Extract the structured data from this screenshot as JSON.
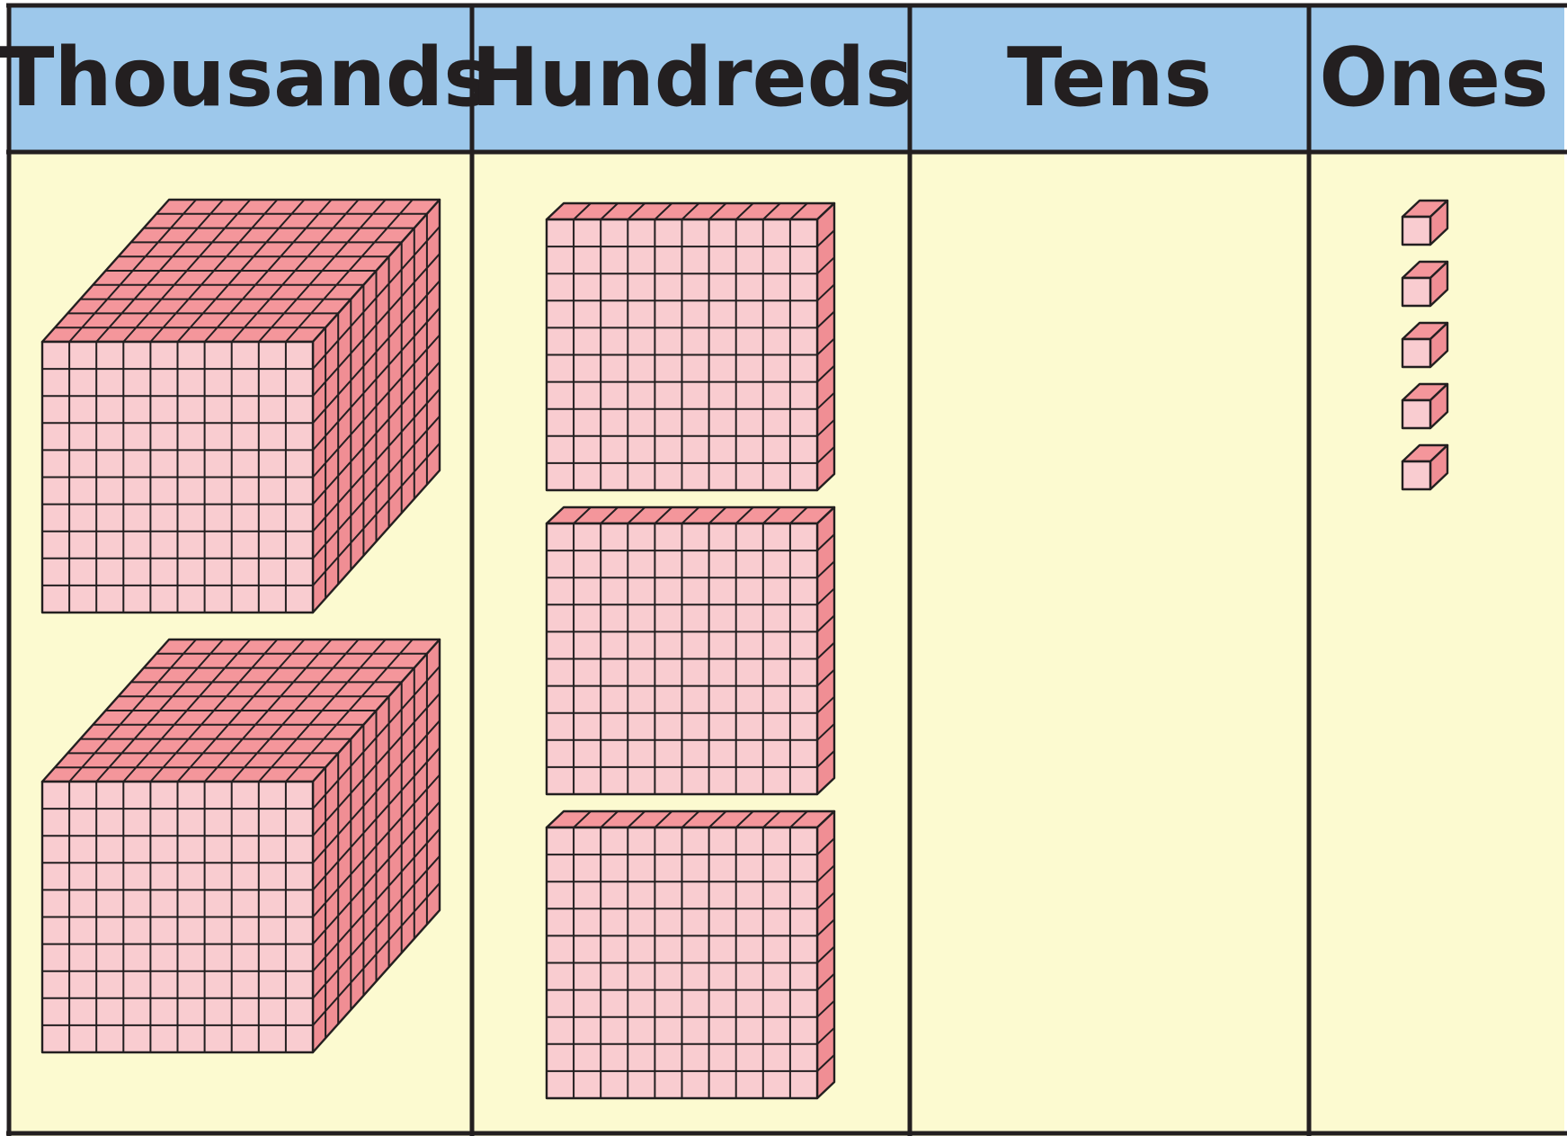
{
  "colors": {
    "header_bg": "#9dc8eb",
    "body_bg": "#fcfad0",
    "border": "#231f20",
    "block_front": "#f9ccd0",
    "block_top": "#f4969b",
    "block_side": "#f08e94"
  },
  "columns": [
    {
      "key": "thousands",
      "label": "Thousands",
      "count": 2
    },
    {
      "key": "hundreds",
      "label": "Hundreds",
      "count": 3
    },
    {
      "key": "tens",
      "label": "Tens",
      "count": 0
    },
    {
      "key": "ones",
      "label": "Ones",
      "count": 5
    }
  ]
}
